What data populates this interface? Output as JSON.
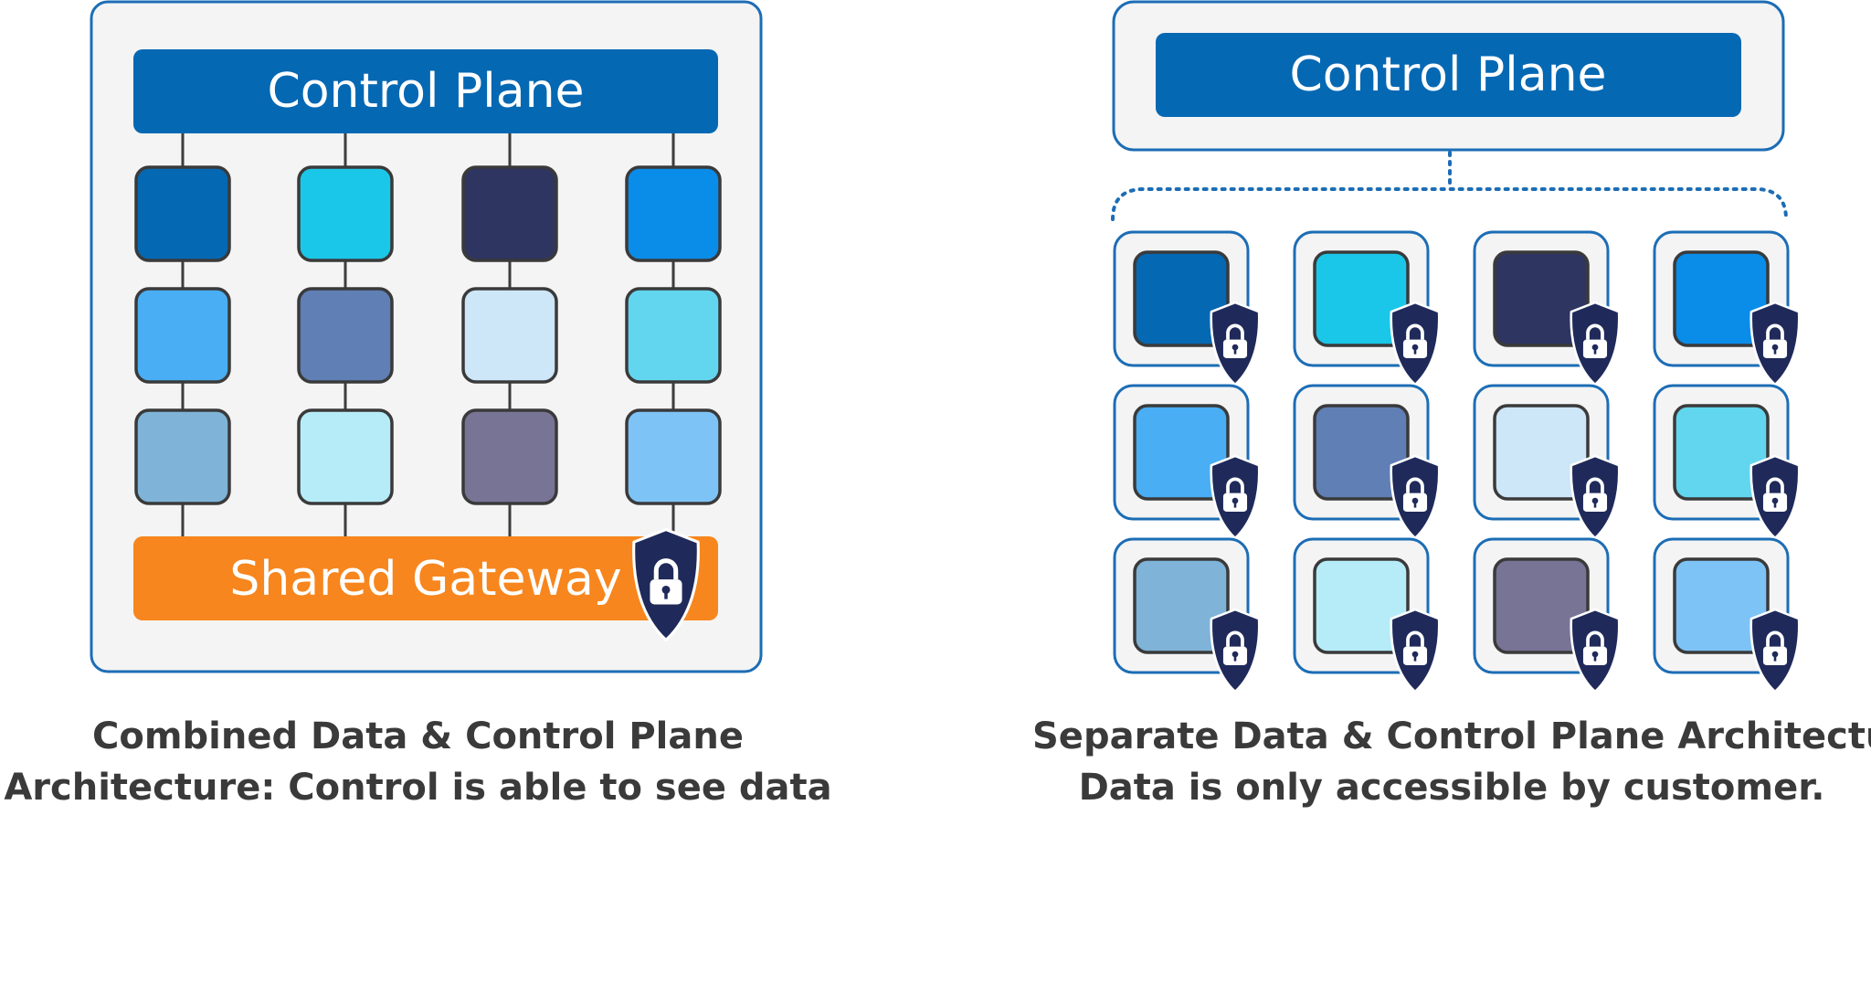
{
  "left_panel": {
    "control_plane_label": "Control Plane",
    "gateway_label": "Shared Gateway",
    "caption_line1": "Combined Data & Control Plane",
    "caption_line2": "Architecture: Control is able to see data"
  },
  "right_panel": {
    "control_plane_label": "Control Plane",
    "caption_line1": "Separate Data & Control Plane Architecture:",
    "caption_line2": "Data is only accessible by customer."
  },
  "colors": {
    "control_plane": "#0568B3",
    "gateway": "#F7861E",
    "shield": "#1F2A5A",
    "panel_bg": "#F4F4F4",
    "panel_border": "#1C6DB5",
    "connector": "#3D3D3D"
  },
  "data_blocks": {
    "rows": [
      [
        "#0568B3",
        "#1BC7E8",
        "#2E3561",
        "#0A8CE9"
      ],
      [
        "#49AEF3",
        "#5F7FB5",
        "#CDE6F8",
        "#62D6EE"
      ],
      [
        "#7FB3D8",
        "#B6ECF8",
        "#787496",
        "#7EC3F6"
      ]
    ]
  },
  "icons": {
    "lock_shield": "shield-lock-icon"
  }
}
